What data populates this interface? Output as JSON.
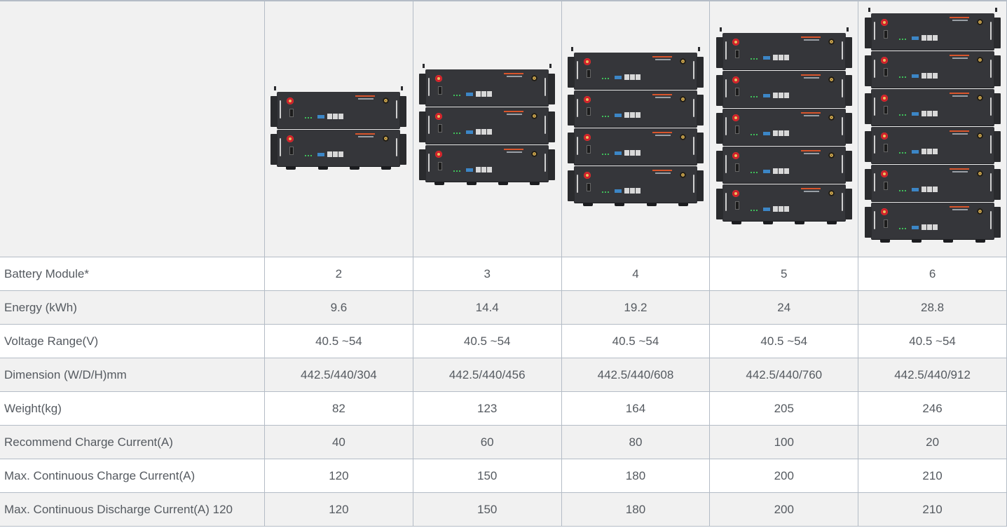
{
  "table": {
    "image_row": {
      "label": "",
      "images": [
        {
          "alt": "battery-stack",
          "modules": 2
        },
        {
          "alt": "battery-stack",
          "modules": 3
        },
        {
          "alt": "battery-stack",
          "modules": 4
        },
        {
          "alt": "battery-stack",
          "modules": 5
        },
        {
          "alt": "battery-stack",
          "modules": 6
        }
      ]
    },
    "rows": [
      {
        "label": "Battery Module*",
        "values": [
          "2",
          "3",
          "4",
          "5",
          "6"
        ]
      },
      {
        "label": "Energy (kWh)",
        "values": [
          "9.6",
          "14.4",
          "19.2",
          "24",
          "28.8"
        ]
      },
      {
        "label": "Voltage Range(V)",
        "values": [
          "40.5 ~54",
          "40.5 ~54",
          "40.5 ~54",
          "40.5 ~54",
          "40.5 ~54"
        ]
      },
      {
        "label": "Dimension (W/D/H)mm",
        "values": [
          "442.5/440/304",
          "442.5/440/456",
          "442.5/440/608",
          "442.5/440/760",
          "442.5/440/912"
        ]
      },
      {
        "label": "Weight(kg)",
        "values": [
          "82",
          "123",
          "164",
          "205",
          "246"
        ]
      },
      {
        "label": "Recommend Charge Current(A)",
        "values": [
          "40",
          "60",
          "80",
          "100",
          "20"
        ]
      },
      {
        "label": "Max. Continuous Charge Current(A)",
        "values": [
          "120",
          "150",
          "180",
          "200",
          "210"
        ]
      },
      {
        "label": "Max. Continuous Discharge Current(A) 120",
        "values": [
          "120",
          "150",
          "180",
          "200",
          "210"
        ]
      }
    ]
  },
  "colors": {
    "border": "#b4bcc6",
    "row_alt_bg": "#f1f1f1",
    "text": "#555a60",
    "battery_body": "#35363a",
    "positive_terminal": "#d11f2a"
  }
}
